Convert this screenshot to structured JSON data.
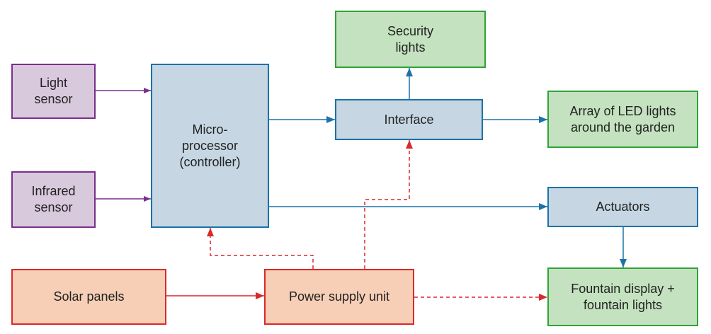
{
  "colors": {
    "sensor_fill": "#d9c9dd",
    "sensor_border": "#7a2f8c",
    "blue_fill": "#c6d7e3",
    "blue_border": "#1c72a8",
    "green_fill": "#c4e2bf",
    "green_border": "#2fa336",
    "power_fill": "#f6cfb6",
    "power_border": "#d9292a",
    "signal_line": "#1c72a8",
    "power_line": "#d9292a"
  },
  "nodes": {
    "light_sensor": [
      "Light",
      "sensor"
    ],
    "infrared_sensor": [
      "Infrared",
      "sensor"
    ],
    "microprocessor": [
      "Micro-",
      "processor",
      "(controller)"
    ],
    "security_lights": [
      "Security",
      "lights"
    ],
    "interface": [
      "Interface"
    ],
    "led_array": [
      "Array of LED lights",
      "around the garden"
    ],
    "actuators": [
      "Actuators"
    ],
    "solar_panels": [
      "Solar panels"
    ],
    "power_supply": [
      "Power supply unit"
    ],
    "fountain": [
      "Fountain display +",
      "fountain lights"
    ]
  },
  "edges": [
    {
      "from": "light_sensor",
      "to": "microprocessor",
      "style": "solid"
    },
    {
      "from": "infrared_sensor",
      "to": "microprocessor",
      "style": "solid"
    },
    {
      "from": "microprocessor",
      "to": "interface",
      "style": "solid"
    },
    {
      "from": "microprocessor",
      "to": "actuators",
      "style": "solid"
    },
    {
      "from": "interface",
      "to": "security_lights",
      "style": "solid"
    },
    {
      "from": "interface",
      "to": "led_array",
      "style": "solid"
    },
    {
      "from": "actuators",
      "to": "fountain",
      "style": "solid"
    },
    {
      "from": "solar_panels",
      "to": "power_supply",
      "style": "solid"
    },
    {
      "from": "power_supply",
      "to": "microprocessor",
      "style": "dashed"
    },
    {
      "from": "power_supply",
      "to": "interface",
      "style": "dashed"
    },
    {
      "from": "power_supply",
      "to": "fountain",
      "style": "dashed"
    }
  ]
}
